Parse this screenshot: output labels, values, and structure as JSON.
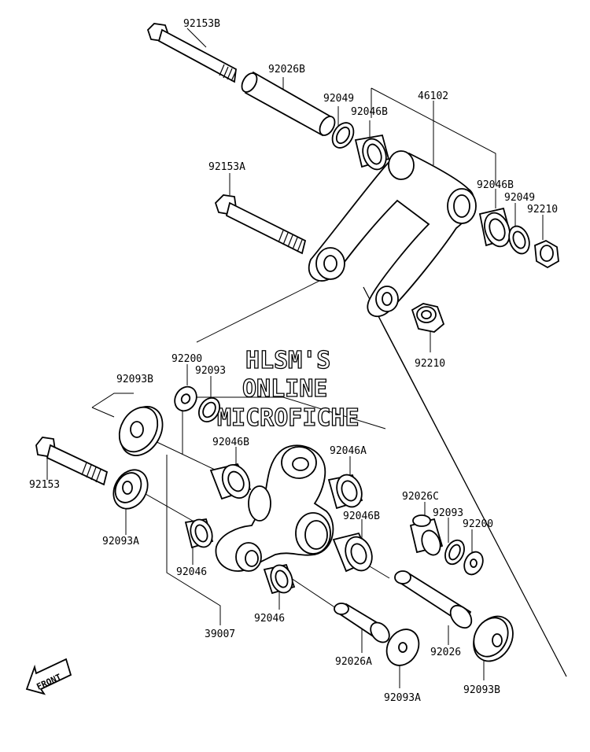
{
  "watermark": [
    "HLSM'S",
    "ONLINE",
    "MICROFICHE"
  ],
  "front_label": "FRONT",
  "labels": {
    "bolt_top": "92153B",
    "collar_top": "92026B",
    "seal_top": "92049",
    "bearing_top": "92046B",
    "rod_assy": "46102",
    "bolt_mid": "92153A",
    "bearing_right": "92046B",
    "seal_right": "92049",
    "nut_right": "92210",
    "nut_lower": "92210",
    "washer_left": "92200",
    "seal_left": "92093",
    "cap_left_top": "92093B",
    "bearing_mid_b": "92046B",
    "bearing_mid_a": "92046A",
    "bolt_low": "92153",
    "collar_c": "92026C",
    "seal_small": "92093",
    "washer_right": "92200",
    "bearing_mid_b2": "92046B",
    "cap_left_low": "92093A",
    "bearing_left_low": "92046",
    "arm_assy": "39007",
    "bearing_low": "92046",
    "collar_a": "92026A",
    "collar_long": "92026",
    "cap_bottom_a": "92093A",
    "cap_bottom_b": "92093B"
  }
}
